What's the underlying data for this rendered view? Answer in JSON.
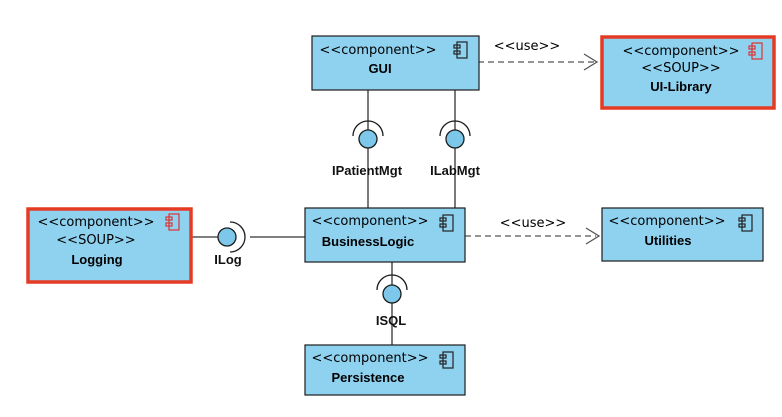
{
  "components": {
    "gui": {
      "stereotype": "<<component>>",
      "name": "GUI"
    },
    "ui_library": {
      "stereotype": "<<component>>",
      "soup": "<<SOUP>>",
      "name": "UI-Library"
    },
    "logging": {
      "stereotype": "<<component>>",
      "soup": "<<SOUP>>",
      "name": "Logging"
    },
    "business_logic": {
      "stereotype": "<<component>>",
      "name": "BusinessLogic"
    },
    "utilities": {
      "stereotype": "<<component>>",
      "name": "Utilities"
    },
    "persistence": {
      "stereotype": "<<component>>",
      "name": "Persistence"
    }
  },
  "interfaces": {
    "patient_mgt": "IPatientMgt",
    "lab_mgt": "ILabMgt",
    "log": "ILog",
    "sql": "ISQL"
  },
  "dependencies": {
    "gui_uilib": "<<use>>",
    "bl_utilities": "<<use>>"
  },
  "colors": {
    "component_fill": "#8fd2f0",
    "soup_border": "#e53b25",
    "interface_fill": "#7cc7ea"
  }
}
